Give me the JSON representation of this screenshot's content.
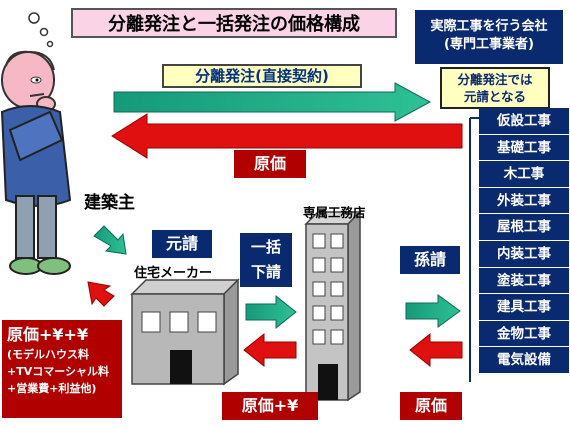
{
  "title": "分離発注と一括発注の価格構成",
  "company": {
    "line1": "実際工事を行う会社",
    "line2": "(専門工事業者)"
  },
  "bunri_note": {
    "line1": "分離発注では",
    "line2": "元請となる"
  },
  "arrows": {
    "bunri_label": "分離発注(直接契約)",
    "top_cost_label": "原価"
  },
  "owner_label": "建築主",
  "motouke_label": "元請",
  "housemaker_label": "住宅メーカー",
  "ikkatsu_label": {
    "line1": "一括",
    "line2": "下請"
  },
  "senzoku_label": "専属工務店",
  "magouke_label": "孫請",
  "cost_box": {
    "line1": "原価+¥+¥",
    "line2": "(モデルハウス料",
    "line3": "+TVコマーシャル料",
    "line4": "+営業費+利益他)"
  },
  "mid_cost_label": "原価+¥",
  "bottom_cost_label": "原価",
  "trades": [
    "仮設工事",
    "基礎工事",
    "木工事",
    "外装工事",
    "屋根工事",
    "内装工事",
    "塗装工事",
    "建具工事",
    "金物工事",
    "電気設備"
  ],
  "colors": {
    "navy": "#0a2a70",
    "red": "#b00000",
    "green_arrow": "#1fa884",
    "pink_title": "#fbd3e6",
    "yellow_note": "#ffffc0"
  }
}
